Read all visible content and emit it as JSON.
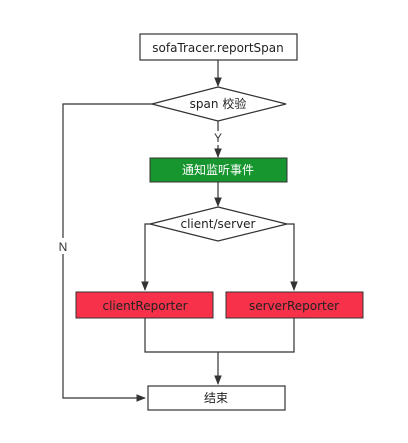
{
  "nodes": {
    "start": {
      "label": "sofaTracer.reportSpan",
      "fill": "#ffffff"
    },
    "span_check": {
      "label": "span 校验",
      "fill": "#ffffff"
    },
    "notify": {
      "label": "通知监听事件",
      "fill": "#17962f"
    },
    "client_server": {
      "label": "client/server",
      "fill": "#ffffff"
    },
    "client_reporter": {
      "label": "clientReporter",
      "fill": "#f7314a"
    },
    "server_reporter": {
      "label": "serverReporter",
      "fill": "#f7314a"
    },
    "end": {
      "label": "结束",
      "fill": "#ffffff"
    }
  },
  "edges": {
    "yes_label": "Y",
    "no_label": "N"
  },
  "colors": {
    "stroke": "#333333",
    "notify_text": "#ffffff"
  }
}
